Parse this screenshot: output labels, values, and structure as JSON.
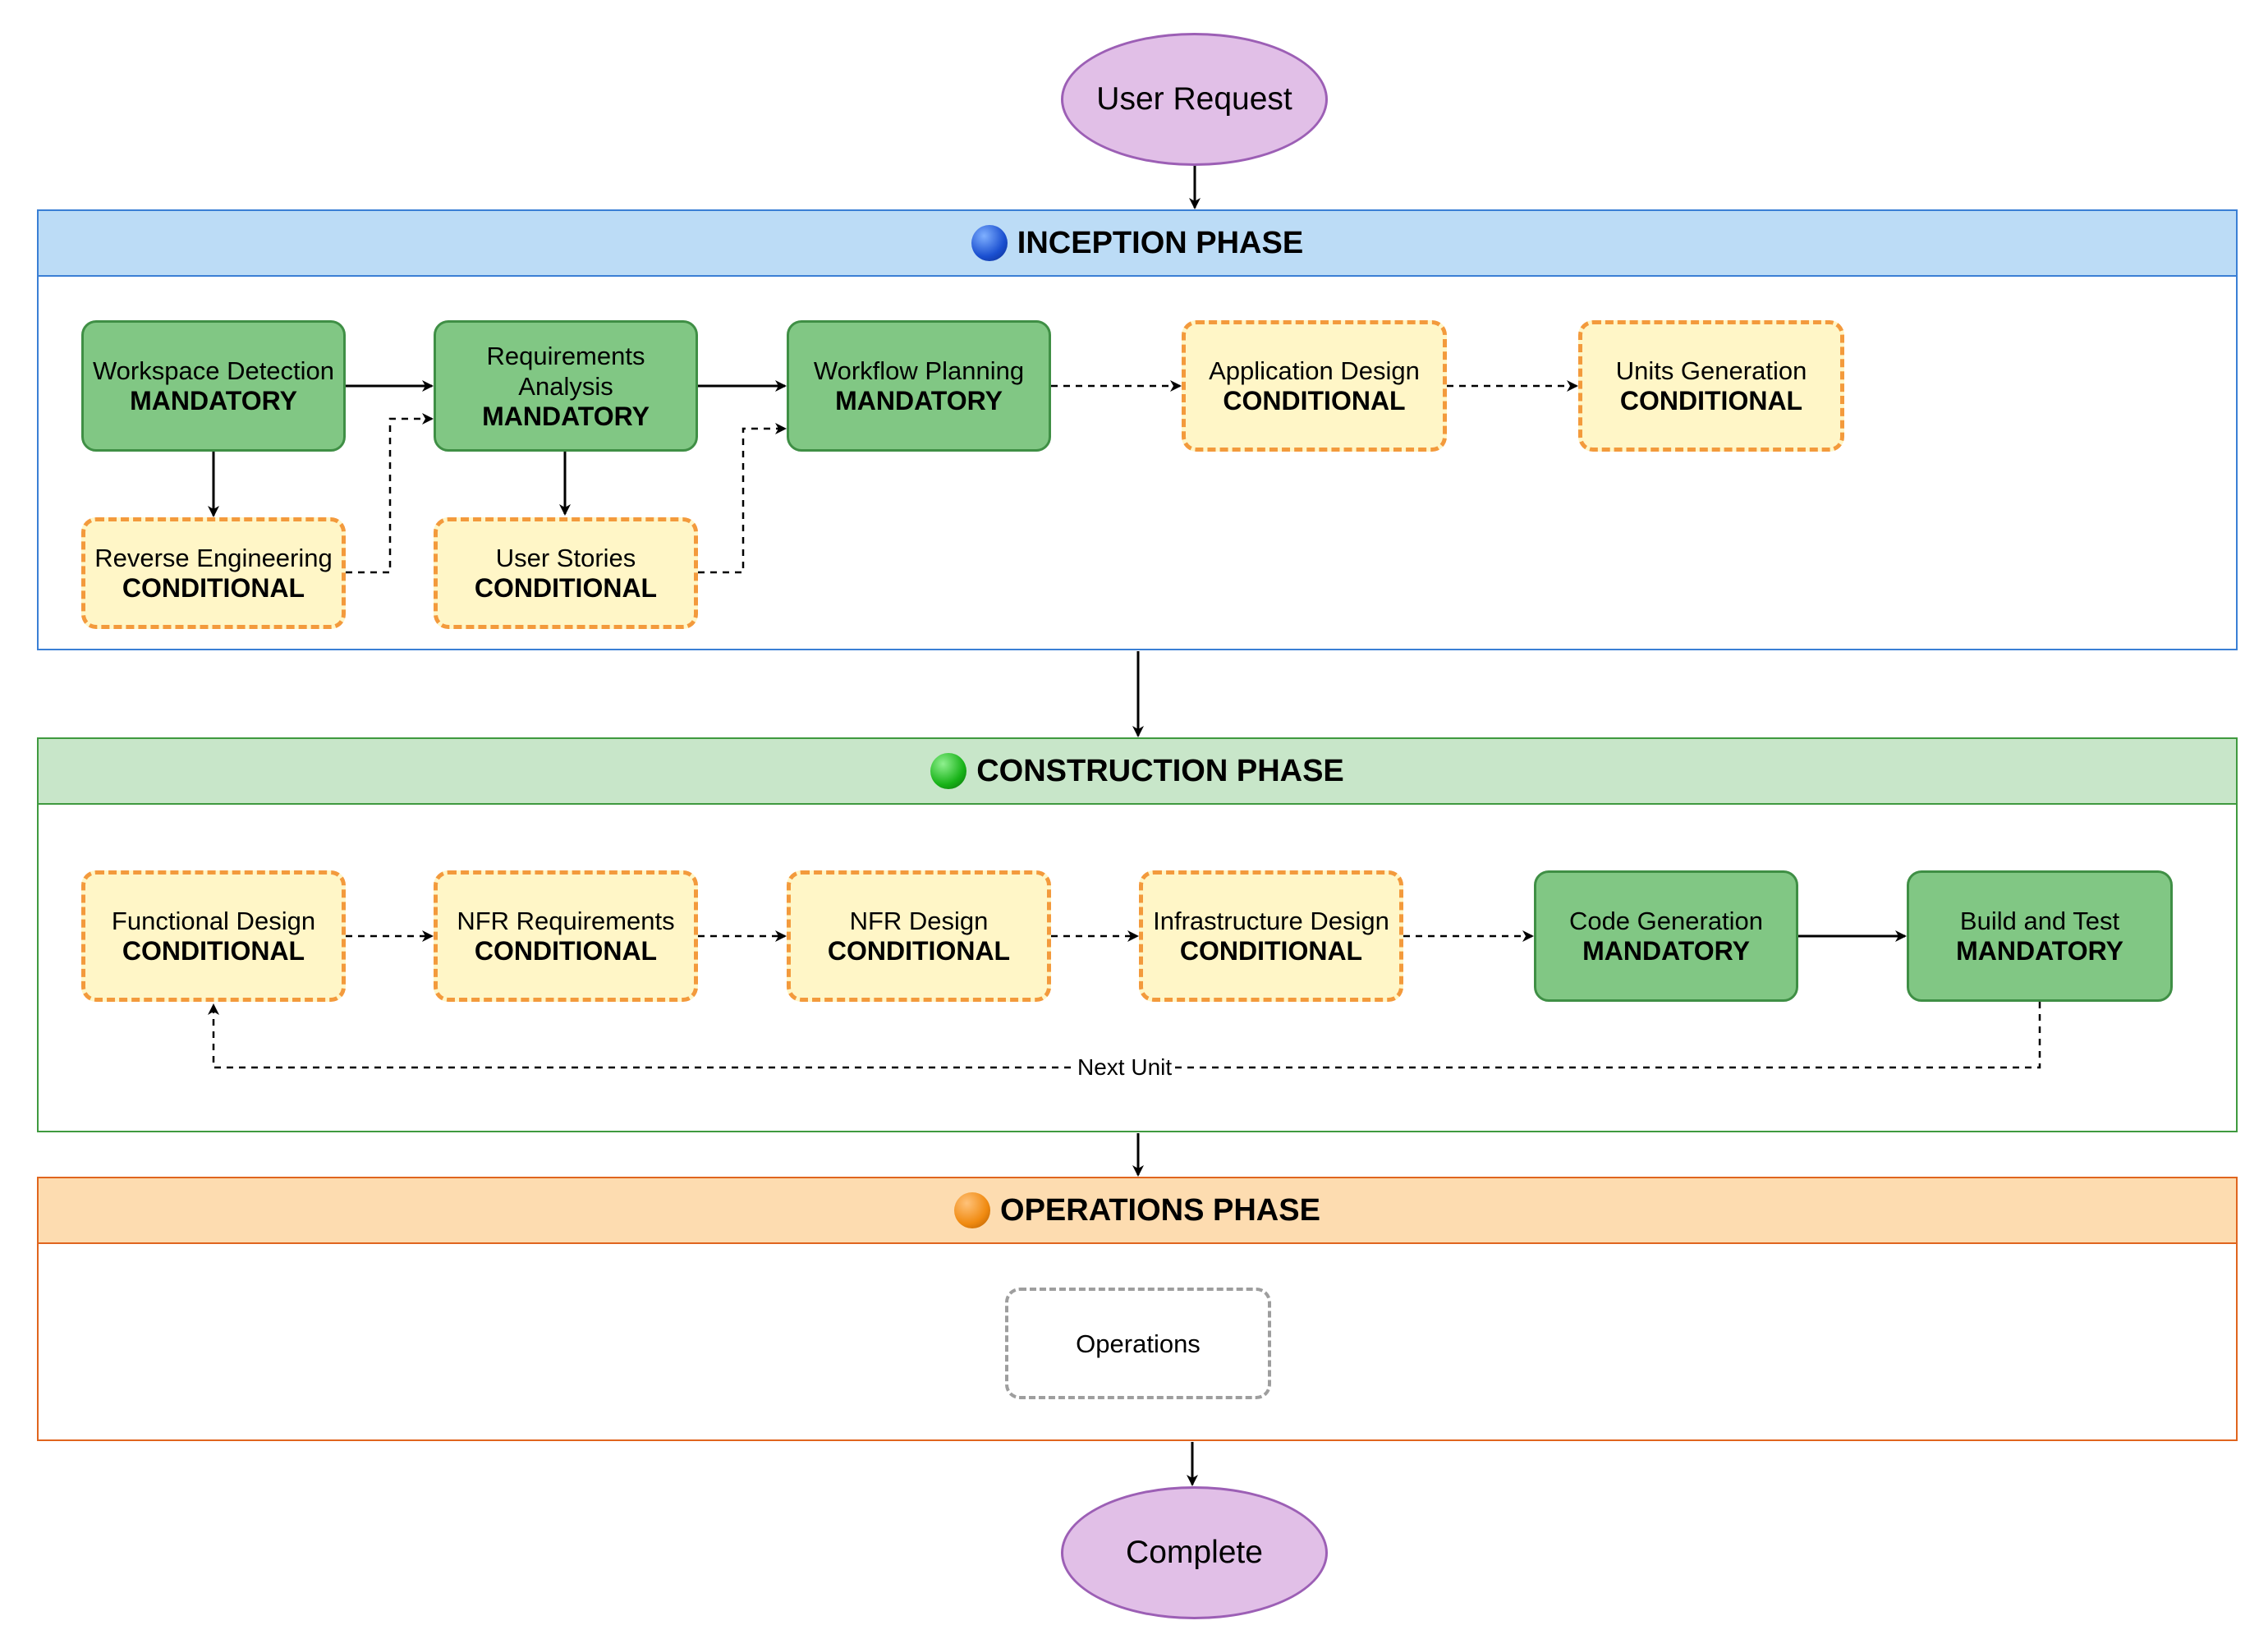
{
  "start": {
    "label": "User Request"
  },
  "end": {
    "label": "Complete"
  },
  "phases": {
    "inception": {
      "title": "INCEPTION PHASE",
      "icon": "blue-circle-icon"
    },
    "construction": {
      "title": "CONSTRUCTION PHASE",
      "icon": "green-circle-icon"
    },
    "operations": {
      "title": "OPERATIONS PHASE",
      "icon": "orange-circle-icon"
    }
  },
  "inception_nodes": {
    "workspace_detection": {
      "name": "Workspace Detection",
      "tag": "MANDATORY"
    },
    "requirements_analysis": {
      "name_line1": "Requirements",
      "name_line2": "Analysis",
      "tag": "MANDATORY"
    },
    "workflow_planning": {
      "name": "Workflow Planning",
      "tag": "MANDATORY"
    },
    "application_design": {
      "name": "Application Design",
      "tag": "CONDITIONAL"
    },
    "units_generation": {
      "name": "Units Generation",
      "tag": "CONDITIONAL"
    },
    "reverse_engineering": {
      "name": "Reverse Engineering",
      "tag": "CONDITIONAL"
    },
    "user_stories": {
      "name": "User Stories",
      "tag": "CONDITIONAL"
    }
  },
  "construction_nodes": {
    "functional_design": {
      "name": "Functional Design",
      "tag": "CONDITIONAL"
    },
    "nfr_requirements": {
      "name": "NFR Requirements",
      "tag": "CONDITIONAL"
    },
    "nfr_design": {
      "name": "NFR Design",
      "tag": "CONDITIONAL"
    },
    "infrastructure_design": {
      "name": "Infrastructure Design",
      "tag": "CONDITIONAL"
    },
    "code_generation": {
      "name": "Code Generation",
      "tag": "MANDATORY"
    },
    "build_and_test": {
      "name": "Build and Test",
      "tag": "MANDATORY"
    }
  },
  "loop_label": "Next Unit",
  "operations_node": {
    "name": "Operations"
  },
  "colors": {
    "mandatory_fill": "#81c784",
    "conditional_fill": "#fff6c7",
    "conditional_border": "#f39a3c",
    "terminal_fill": "#e1bfe7",
    "inception_header": "#bcdcf6",
    "construction_header": "#c8e6c9",
    "operations_header": "#fddcb0"
  }
}
